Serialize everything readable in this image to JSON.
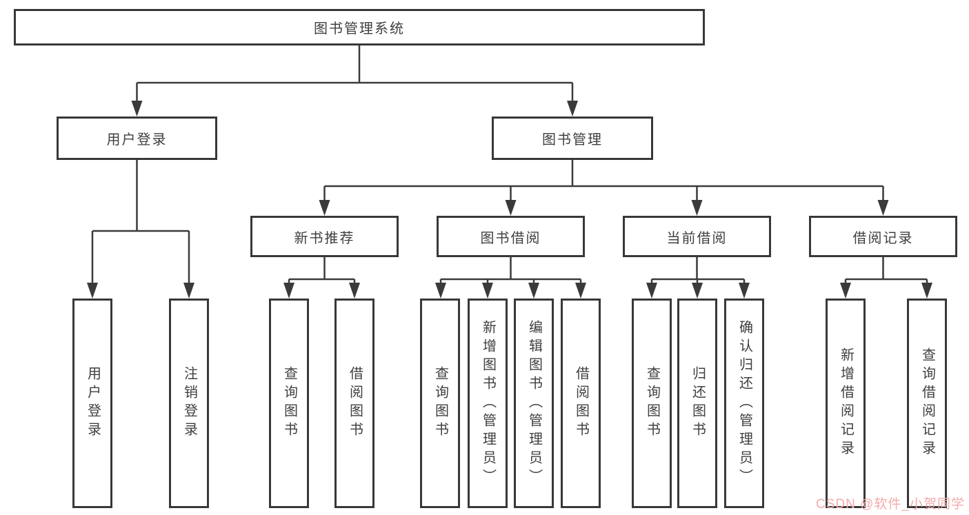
{
  "diagram": {
    "root": {
      "label": "图书管理系统",
      "children": [
        {
          "label": "用户登录",
          "children": [
            {
              "label": "用户登录"
            },
            {
              "label": "注销登录"
            }
          ]
        },
        {
          "label": "图书管理",
          "children": [
            {
              "label": "新书推荐",
              "children": [
                {
                  "label": "查询图书"
                },
                {
                  "label": "借阅图书"
                }
              ]
            },
            {
              "label": "图书借阅",
              "children": [
                {
                  "label": "查询图书"
                },
                {
                  "label": "新增图书（管理员）"
                },
                {
                  "label": "编辑图书（管理员）"
                },
                {
                  "label": "借阅图书"
                }
              ]
            },
            {
              "label": "当前借阅",
              "children": [
                {
                  "label": "查询图书"
                },
                {
                  "label": "归还图书"
                },
                {
                  "label": "确认归还（管理员）"
                }
              ]
            },
            {
              "label": "借阅记录",
              "children": [
                {
                  "label": "新增借阅记录"
                },
                {
                  "label": "查询借阅记录"
                }
              ]
            }
          ]
        }
      ]
    },
    "line_color": "#3a3a3a",
    "box_border_color": "#383838",
    "text_color": "#3f3f3f"
  },
  "watermark": {
    "text": "CSDN @软件_小贺同学",
    "color": "#f2abab"
  }
}
